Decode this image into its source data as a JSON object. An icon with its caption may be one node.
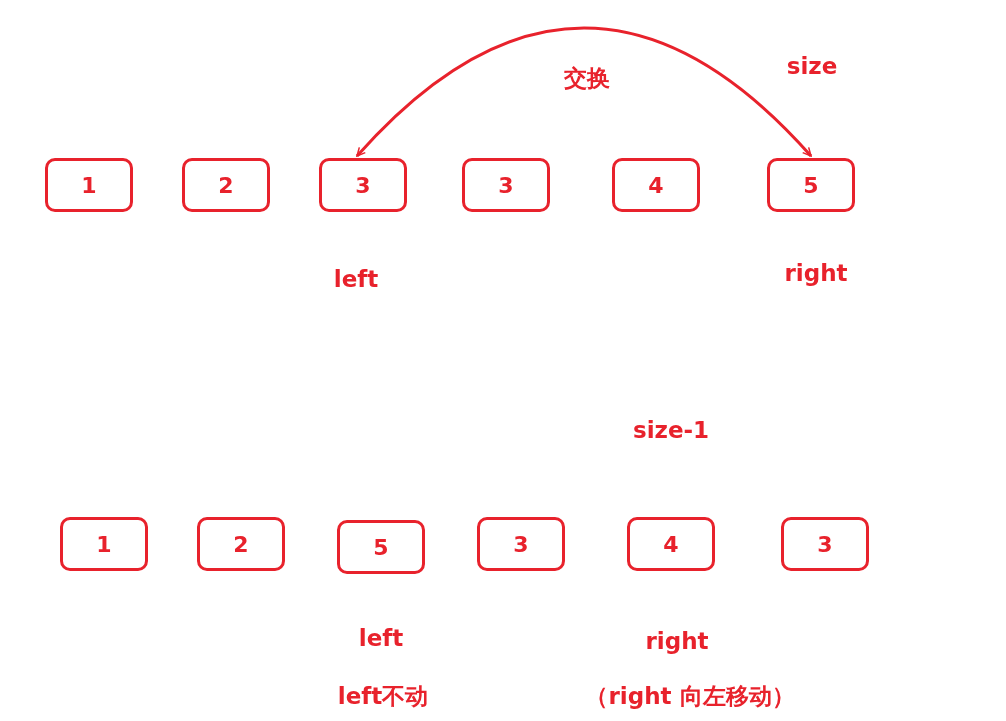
{
  "diagram": {
    "nodes": [
      {
        "text": [
          "1"
        ]
      },
      {
        "text": [
          "2"
        ]
      },
      {
        "text": [
          "3"
        ]
      },
      {
        "text": [
          "3"
        ]
      },
      {
        "text": [
          "4"
        ]
      },
      {
        "text": [
          "5"
        ]
      },
      {
        "text": [
          "1"
        ]
      },
      {
        "text": [
          "2"
        ]
      },
      {
        "text": [
          "5"
        ]
      },
      {
        "text": [
          "3"
        ]
      },
      {
        "text": [
          "4"
        ]
      },
      {
        "text": [
          "3"
        ]
      }
    ],
    "edges": [
      {
        "from": 2,
        "to": 5,
        "arrow": "both",
        "label": "交换"
      }
    ],
    "labels": [
      "size",
      "left",
      "right",
      "size-1",
      "left",
      "right",
      "left不动",
      "（right 向左移动）"
    ]
  }
}
